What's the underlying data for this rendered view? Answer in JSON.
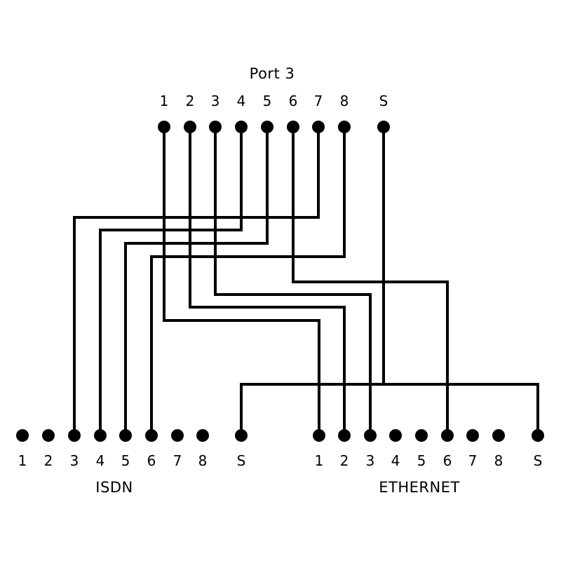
{
  "top_port": {
    "title": "Port 3",
    "pin_labels": [
      "1",
      "2",
      "3",
      "4",
      "5",
      "6",
      "7",
      "8",
      "S"
    ]
  },
  "isdn": {
    "title": "ISDN",
    "pin_labels": [
      "1",
      "2",
      "3",
      "4",
      "5",
      "6",
      "7",
      "8",
      "S"
    ]
  },
  "ethernet": {
    "title": "ETHERNET",
    "pin_labels": [
      "1",
      "2",
      "3",
      "4",
      "5",
      "6",
      "7",
      "8",
      "S"
    ]
  },
  "wiring": [
    {
      "from": "top_port.7",
      "to": "isdn.3"
    },
    {
      "from": "top_port.4",
      "to": "isdn.4"
    },
    {
      "from": "top_port.5",
      "to": "isdn.5"
    },
    {
      "from": "top_port.8",
      "to": "isdn.6"
    },
    {
      "from": "top_port.1",
      "to": "ethernet.1"
    },
    {
      "from": "top_port.2",
      "to": "ethernet.2"
    },
    {
      "from": "top_port.3",
      "to": "ethernet.3"
    },
    {
      "from": "top_port.6",
      "to": "ethernet.6"
    },
    {
      "from": "top_port.S",
      "to": "isdn.S"
    },
    {
      "from": "top_port.S",
      "to": "ethernet.S"
    }
  ],
  "colors": {
    "line": "#000000",
    "background": "#ffffff"
  }
}
